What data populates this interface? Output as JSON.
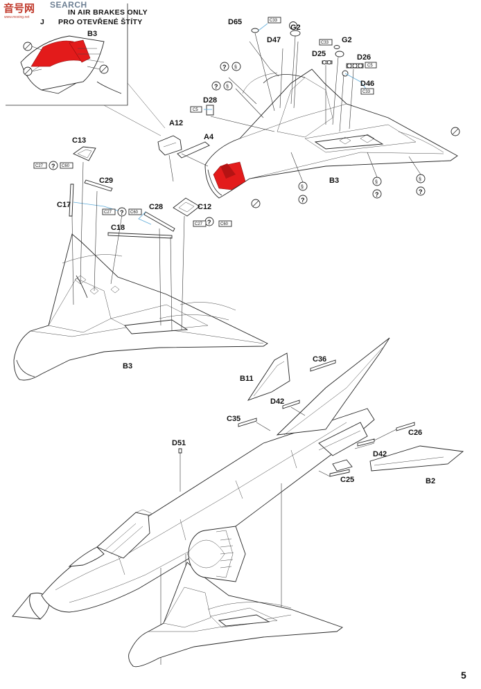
{
  "watermark": {
    "brand": "SEARCH",
    "badge": "音号网",
    "subtext": "www.moxing.net"
  },
  "header": {
    "line1": "IN  AIR BRAKES ONLY",
    "line2": "PRO OTEVŘENÉ ŠTÍTY",
    "line2_prefix": "J"
  },
  "page_number": "5",
  "labels": {
    "b3_inset": "B3",
    "d65": "D65",
    "c33a": "C33",
    "g2a": "G2",
    "d47": "D47",
    "c33b": "C33",
    "g2b": "G2",
    "d25": "D25",
    "d26": "D26",
    "c5a": "C5",
    "d46": "D46",
    "c33c": "C33",
    "d28": "D28",
    "c5b": "C5",
    "a12": "A12",
    "a4": "A4",
    "b3_upper": "B3",
    "c13": "C13",
    "c27a": "C27",
    "c60a": "C60",
    "c29": "C29",
    "c17": "C17",
    "c27b": "C27",
    "c60b": "C60",
    "c28": "C28",
    "c12": "C12",
    "c27c": "C27",
    "c60c": "C60",
    "c18": "C18",
    "b3_mid": "B3",
    "c36": "C36",
    "b11": "B11",
    "d42a": "D42",
    "c35": "C35",
    "c26": "C26",
    "d51": "D51",
    "d42b": "D42",
    "b2": "B2",
    "c25": "C25"
  },
  "colors": {
    "highlight": "#e31b1b",
    "ink": "#222222",
    "glue_line": "#5aa9d8"
  },
  "icons": [
    "question-icon",
    "optional-part-icon",
    "glue-icon",
    "drill-hole-icon"
  ]
}
